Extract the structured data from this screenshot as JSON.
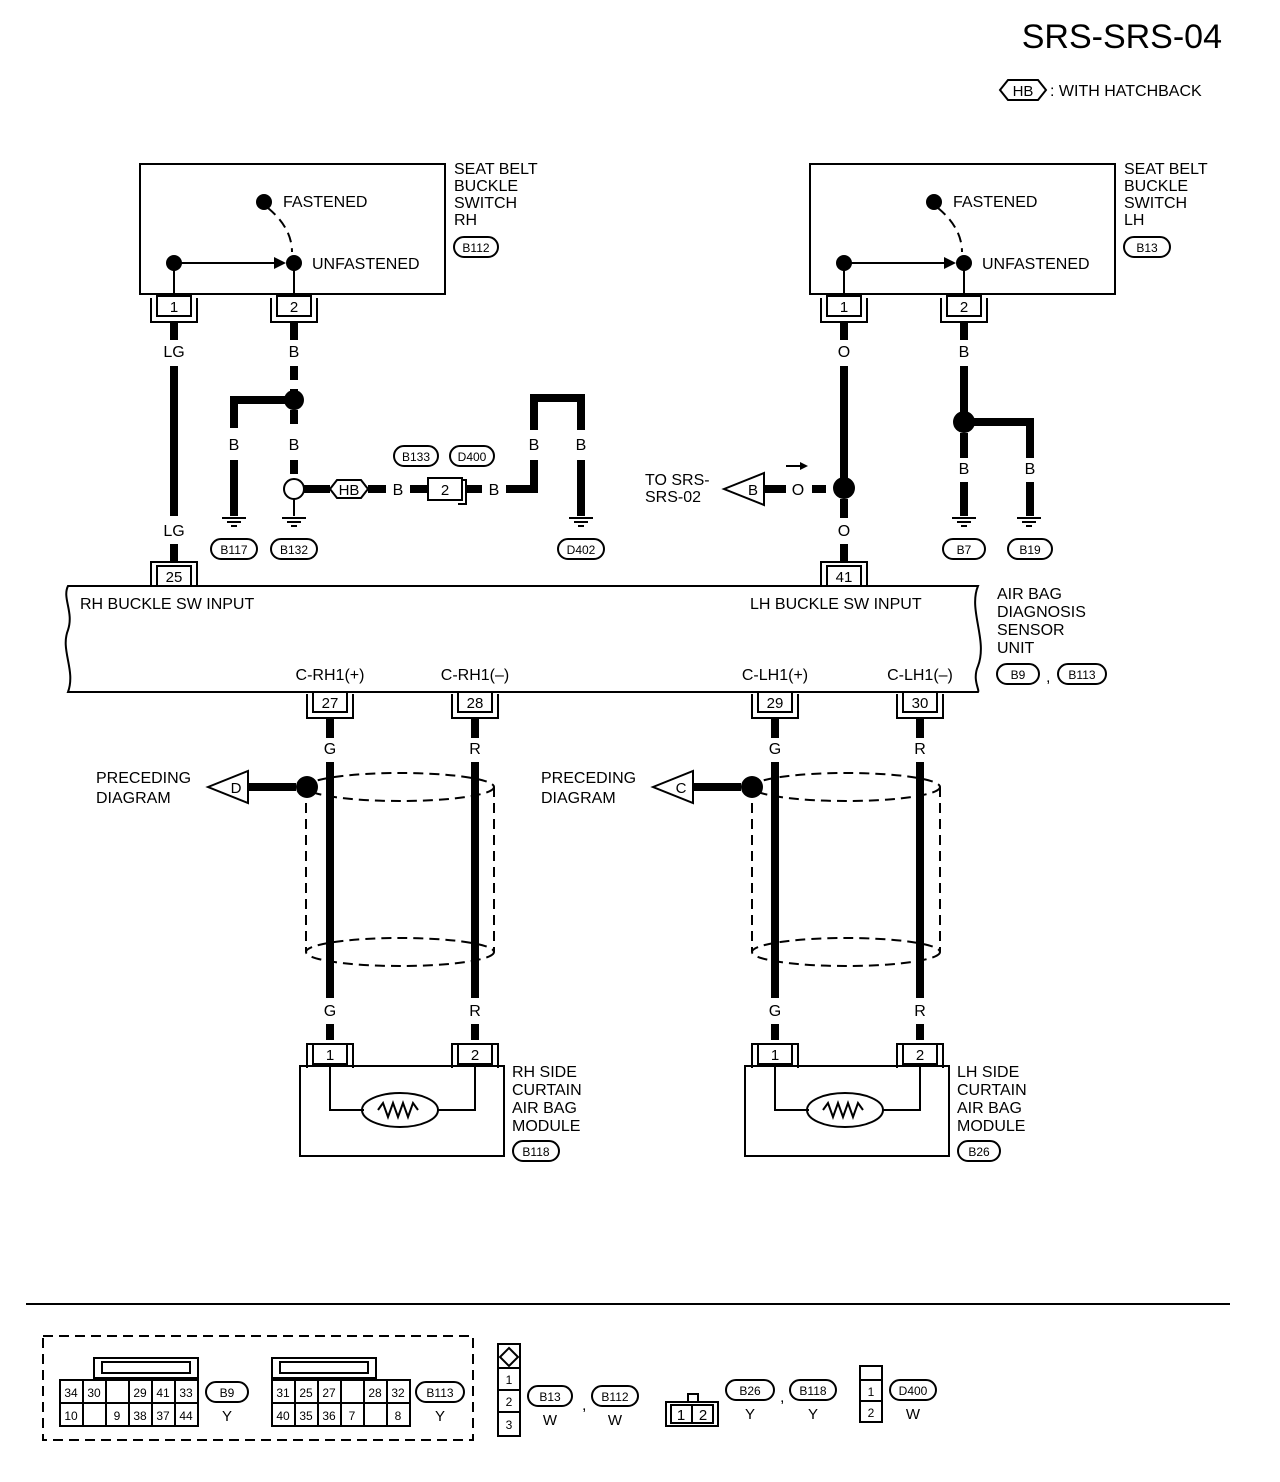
{
  "header": {
    "page_id": "SRS-SRS-04",
    "legend_code": "HB",
    "legend_text": ": WITH HATCHBACK"
  },
  "switch_rh": {
    "name": [
      "SEAT BELT",
      "BUCKLE",
      "SWITCH",
      "RH"
    ],
    "connector": "B112",
    "fastened": "FASTENED",
    "unfastened": "UNFASTENED",
    "pins": [
      "1",
      "2"
    ]
  },
  "switch_lh": {
    "name": [
      "SEAT BELT",
      "BUCKLE",
      "SWITCH",
      "LH"
    ],
    "connector": "B13",
    "fastened": "FASTENED",
    "unfastened": "UNFASTENED",
    "pins": [
      "1",
      "2"
    ]
  },
  "wires": {
    "lg": "LG",
    "b": "B",
    "o": "O",
    "g": "G",
    "r": "R"
  },
  "grounds": {
    "b117": "B117",
    "b132": "B132",
    "d402": "D402",
    "b7": "B7",
    "b19": "B19"
  },
  "hb_junction": {
    "code": "HB",
    "conn_a": "B133",
    "conn_b": "D400",
    "pin": "2"
  },
  "to_srs": {
    "line1": "TO SRS-",
    "line2": "SRS-02",
    "code": "B"
  },
  "sensor_unit": {
    "name": [
      "AIR BAG",
      "DIAGNOSIS",
      "SENSOR",
      "UNIT"
    ],
    "conn_a": "B9",
    "sep": ",",
    "conn_b": "B113",
    "rh_input": "RH BUCKLE SW INPUT",
    "lh_input": "LH BUCKLE SW INPUT",
    "pin_rh": "25",
    "pin_lh": "41",
    "terms": [
      {
        "label": "C-RH1(+)",
        "pin": "27"
      },
      {
        "label": "C-RH1(–)",
        "pin": "28"
      },
      {
        "label": "C-LH1(+)",
        "pin": "29"
      },
      {
        "label": "C-LH1(–)",
        "pin": "30"
      }
    ]
  },
  "preceding_rh": {
    "line1": "PRECEDING",
    "line2": "DIAGRAM",
    "code": "D"
  },
  "preceding_lh": {
    "line1": "PRECEDING",
    "line2": "DIAGRAM",
    "code": "C"
  },
  "module_rh": {
    "name": [
      "RH SIDE",
      "CURTAIN",
      "AIR BAG",
      "MODULE"
    ],
    "connector": "B118",
    "pins": [
      "1",
      "2"
    ]
  },
  "module_lh": {
    "name": [
      "LH SIDE",
      "CURTAIN",
      "AIR BAG",
      "MODULE"
    ],
    "connector": "B26",
    "pins": [
      "1",
      "2"
    ]
  },
  "connector_views": {
    "b9": {
      "code": "B9",
      "color": "Y",
      "row1": [
        "34",
        "30",
        "",
        "29",
        "41",
        "33"
      ],
      "row2": [
        "10",
        "",
        "9",
        "38",
        "37",
        "44"
      ]
    },
    "b113": {
      "code": "B113",
      "color": "Y",
      "row1": [
        "31",
        "25",
        "27",
        "",
        "28",
        "32"
      ],
      "row2": [
        "40",
        "35",
        "36",
        "7",
        "",
        "8"
      ]
    },
    "b13_b112": {
      "code_a": "B13",
      "color_a": "W",
      "sep": ",",
      "code_b": "B112",
      "color_b": "W",
      "pins": [
        "1",
        "2",
        "3"
      ]
    },
    "b26_b118": {
      "code_a": "B26",
      "color_a": "Y",
      "sep": ",",
      "code_b": "B118",
      "color_b": "Y",
      "pins": [
        "1",
        "2"
      ]
    },
    "d400": {
      "code": "D400",
      "color": "W",
      "pins": [
        "1",
        "2"
      ]
    }
  }
}
